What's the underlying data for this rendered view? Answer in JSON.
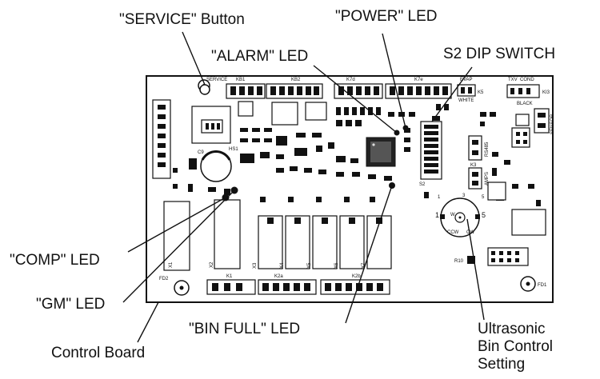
{
  "callouts": {
    "service": "\"SERVICE\" Button",
    "power": "\"POWER\" LED",
    "alarm": "\"ALARM\" LED",
    "s2": "S2 DIP SWITCH",
    "comp": "\"COMP\" LED",
    "gm": "\"GM\" LED",
    "binfull": "\"BIN FULL\" LED",
    "control": "Control Board",
    "ultra": [
      "Ultrasonic",
      "Bin Control",
      "Setting"
    ]
  },
  "board": {
    "header_labels": {
      "service": "SERVICE",
      "kb1": "KB1",
      "kb2": "KB2",
      "k7d": "K7d",
      "k7e": "K7e",
      "evap": "EVAP",
      "txv": "TXV",
      "cond": "COND",
      "k13": "KI3",
      "k5": "K5",
      "white": "WHITE",
      "black": "BLACK",
      "sensor": "SENSOR",
      "ks_amps": "AMPS",
      "k_r": "RS485",
      "k3": "K3",
      "hs1": "HS1",
      "c9": "C9",
      "pin1": "1",
      "pin3": "3",
      "pin5": "5",
      "s2": "S2"
    },
    "relay_labels": [
      "X1",
      "X2",
      "X3",
      "X4",
      "X5",
      "X6",
      "X7"
    ],
    "bottom_labels": {
      "fd2": "FD2",
      "fd1": "FD1",
      "k1": "K1",
      "k2a": "K2a",
      "k2b": "K2b",
      "r10": "R10"
    },
    "pot": {
      "ccw": "CCW",
      "cw": "CW",
      "left": "1",
      "right": "5",
      "mark": "W"
    }
  }
}
